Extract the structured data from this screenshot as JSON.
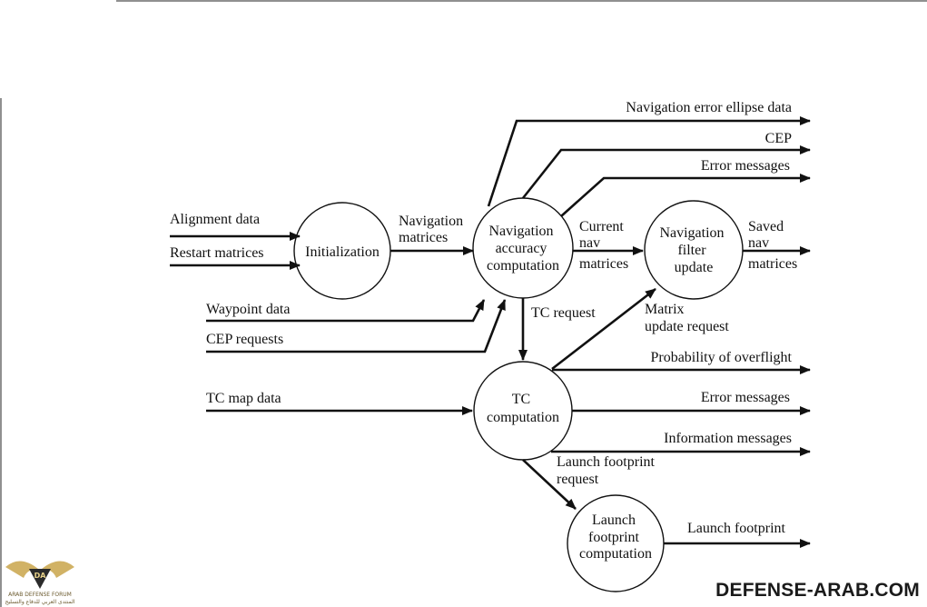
{
  "nodes": [
    {
      "id": "init",
      "lines": [
        "Initialization"
      ]
    },
    {
      "id": "nav_acc",
      "lines": [
        "Navigation",
        "accuracy",
        "computation"
      ]
    },
    {
      "id": "nav_filter",
      "lines": [
        "Navigation",
        "filter",
        "update"
      ]
    },
    {
      "id": "tc",
      "lines": [
        "TC",
        "computation"
      ]
    },
    {
      "id": "launch",
      "lines": [
        "Launch",
        "footprint",
        "computation"
      ]
    }
  ],
  "flows": {
    "alignment_data": [
      "Alignment data"
    ],
    "restart_matrices": [
      "Restart matrices"
    ],
    "navigation_matrices": [
      "Navigation",
      "matrices"
    ],
    "waypoint_data": [
      "Waypoint data"
    ],
    "cep_requests": [
      "CEP requests"
    ],
    "nav_error_ellipse": [
      "Navigation error ellipse data"
    ],
    "cep": [
      "CEP"
    ],
    "error_messages_top": [
      "Error messages"
    ],
    "current_nav_matrices": [
      "Current",
      "nav",
      "matrices"
    ],
    "saved_nav_matrices": [
      "Saved",
      "nav",
      "matrices"
    ],
    "tc_request": [
      "TC request"
    ],
    "matrix_update_request": [
      "Matrix",
      "update request"
    ],
    "probability_overflight": [
      "Probability of overflight"
    ],
    "tc_map_data": [
      "TC map data"
    ],
    "error_messages_tc": [
      "Error messages"
    ],
    "information_messages": [
      "Information messages"
    ],
    "launch_footprint_request": [
      "Launch footprint",
      "request"
    ],
    "launch_footprint": [
      "Launch footprint"
    ]
  },
  "footer": {
    "brand": "DEFENSE-ARAB.COM"
  },
  "watermark": {
    "logo_text": "ARAB DEFENSE FORUM",
    "logo_sub": "المنتدى العربي للدفاع والتسليح"
  }
}
